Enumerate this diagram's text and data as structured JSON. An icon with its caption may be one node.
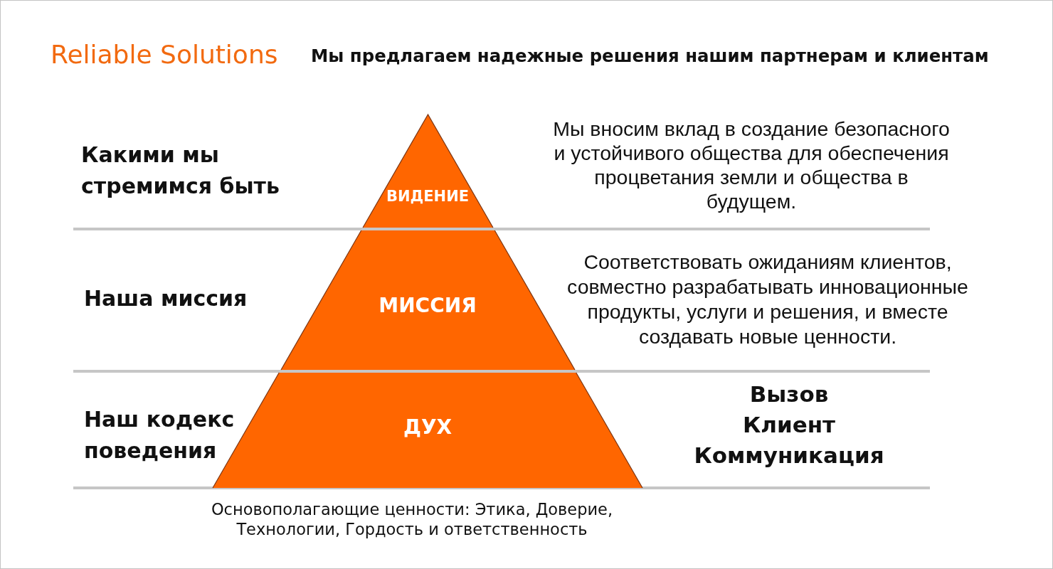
{
  "diagram": {
    "title": "Reliable Solutions",
    "nodes": [
      {
        "text": [
          "ВИДЕНИЕ"
        ]
      },
      {
        "text": [
          "МИССИЯ"
        ],
        "beside": [
          "Наша миссия",
          "Соответствовать ожиданиям клиентов, совместно разрабатывать инновационные продукты, услуги и решения, и вместе создавать новые ценности."
        ]
      },
      {
        "text": [
          "ДУХ"
        ],
        "beside": [
          "Наш кодекс поведения",
          "Вызов",
          "Клиент",
          "Коммуникация"
        ]
      }
    ],
    "labels": [
      "Мы предлагаем надежные решения нашим партнерам и клиентам",
      "Какими мы стремимся быть",
      "Мы вносим вклад в создание безопасного и устойчивого общества для обеспечения процветания земли и общества в будущем.",
      "Основополагающие ценности: Этика, Доверие, Технологии, Гордость и ответственность"
    ]
  }
}
